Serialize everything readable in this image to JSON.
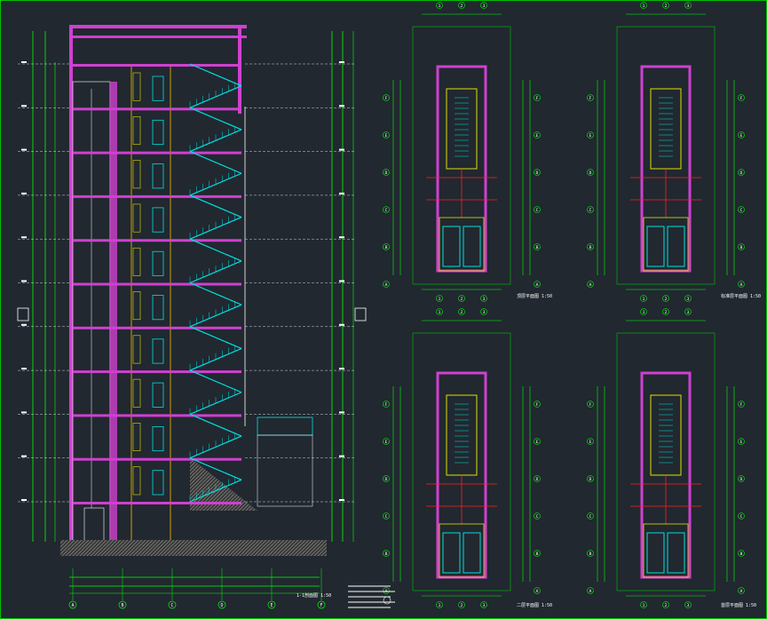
{
  "drawing": {
    "colors": {
      "background": "#212830",
      "frame": "#00c000",
      "wall": "#d040d0",
      "column": "#c0c0ff",
      "stair": "#00e0e0",
      "axis": "#ff2020",
      "dimension": "#00ff00",
      "yellow": "#e0e000",
      "text": "#ffffff",
      "hatch": "#9a9a9a"
    },
    "storeys": 10,
    "section_title": "1-1剖面图",
    "section_scale": "1:50",
    "plans": [
      {
        "title": "顶层平面图",
        "scale": "1:50"
      },
      {
        "title": "标准层平面图",
        "scale": "1:50"
      },
      {
        "title": "二层平面图",
        "scale": "1:50"
      },
      {
        "title": "首层平面图",
        "scale": "1:50"
      }
    ],
    "plan_axis_letters": [
      "F",
      "E",
      "D",
      "C",
      "B",
      "A"
    ],
    "plan_axis_numbers": [
      "1",
      "2",
      "3"
    ],
    "section_axis_letters": [
      "A",
      "B",
      "C",
      "D",
      "E",
      "F"
    ]
  }
}
